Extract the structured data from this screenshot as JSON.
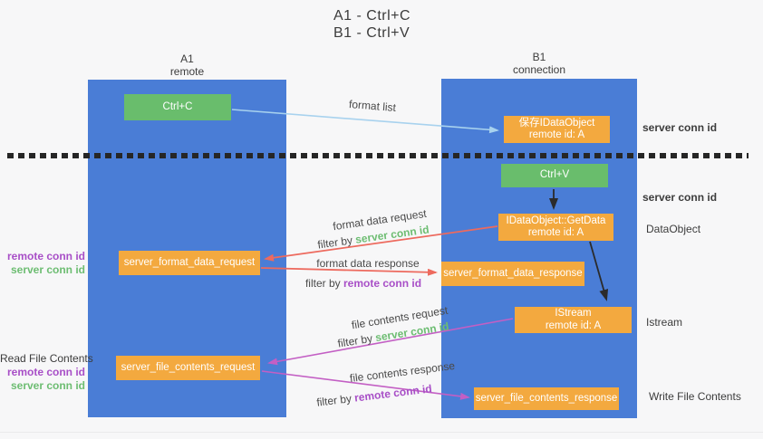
{
  "title": {
    "line1": "A1 - Ctrl+C",
    "line2": "B1 - Ctrl+V"
  },
  "colors": {
    "background": "#f7f7f8",
    "column_blue": "#4a7dd6",
    "box_green": "#69bd6c",
    "box_orange": "#f3a93f",
    "arrow_lightblue": "#a8d2ee",
    "arrow_red": "#ed6a5e",
    "arrow_magenta": "#c35fc4",
    "arrow_black": "#2b2b2b",
    "text_green": "#6dbd72",
    "text_purple": "#a84fc7",
    "text_dark": "#3d3d3d"
  },
  "columns": {
    "a": {
      "name": "A1",
      "role": "remote"
    },
    "b": {
      "name": "B1",
      "role": "connection"
    }
  },
  "nodes": {
    "ctrl_c": {
      "label": "Ctrl+C"
    },
    "ctrl_v": {
      "label": "Ctrl+V"
    },
    "save_idataobject": {
      "line1": "保存IDataObject",
      "line2": "remote id: A"
    },
    "getdata": {
      "line1": "IDataObject::GetData",
      "line2": "remote id: A"
    },
    "istream": {
      "line1": "IStream",
      "line2": "remote id: A"
    },
    "format_request": {
      "label": "server_format_data_request"
    },
    "format_response": {
      "label": "server_format_data_response"
    },
    "file_request": {
      "label": "server_file_contents_request"
    },
    "file_response": {
      "label": "server_file_contents_response"
    }
  },
  "arrows": {
    "format_list": "format list",
    "format_data_request": "format data request",
    "format_data_response": "format data response",
    "file_contents_request": "file contents request",
    "file_contents_response": "file contents response",
    "filter_by": "filter by",
    "server_conn_id": "server conn id",
    "remote_conn_id": "remote conn id"
  },
  "side_labels": {
    "left": {
      "remote_conn_id": "remote conn id",
      "server_conn_id": "server conn id",
      "read_file_contents": "Read File Contents"
    },
    "right": {
      "server_conn_id_top": "server conn id",
      "server_conn_id_mid": "server conn id",
      "dataobject": "DataObject",
      "istream": "Istream",
      "write_file_contents": "Write File Contents"
    }
  }
}
